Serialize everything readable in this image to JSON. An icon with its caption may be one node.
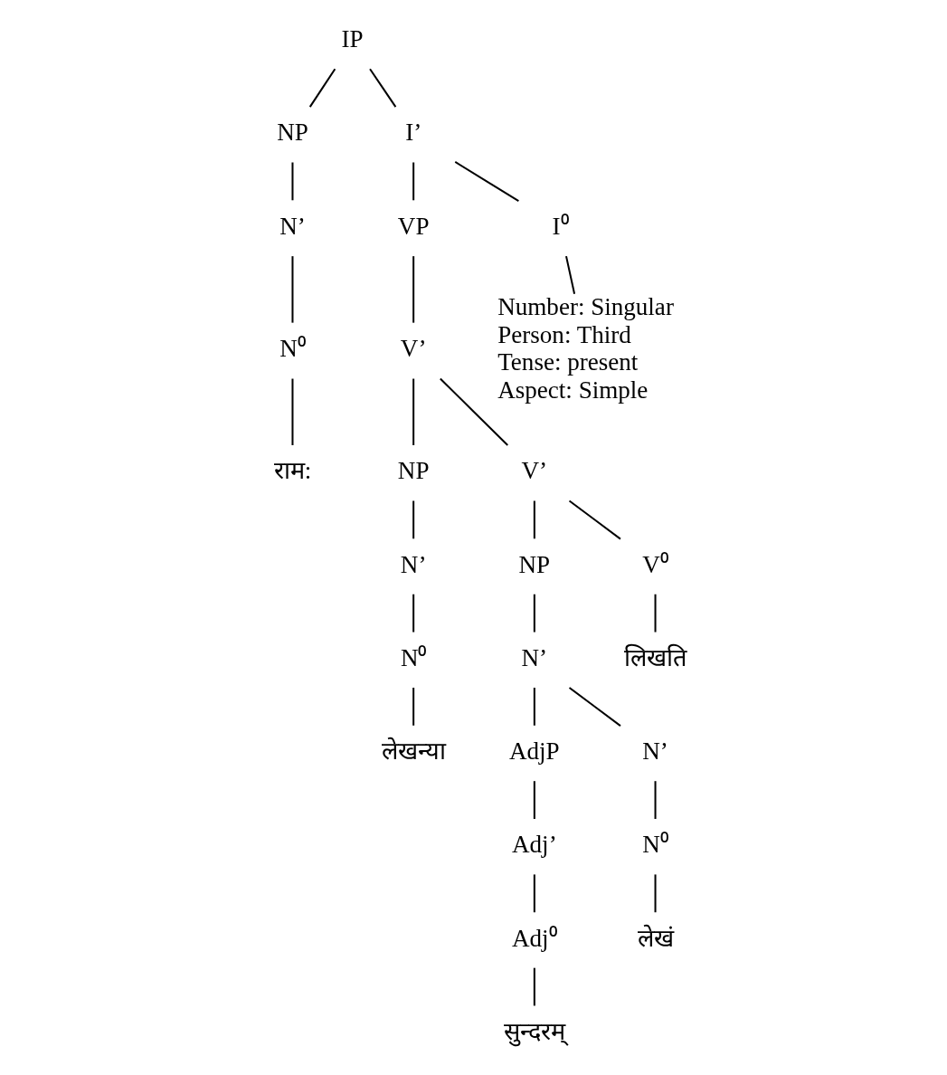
{
  "diagram": {
    "nodes": [
      {
        "text": [
          "IP"
        ]
      },
      {
        "text": [
          "NP"
        ]
      },
      {
        "text": [
          "N’"
        ]
      },
      {
        "text": [
          "N⁰"
        ]
      },
      {
        "text": [
          "राम:"
        ]
      },
      {
        "text": [
          "I’"
        ]
      },
      {
        "text": [
          "VP"
        ]
      },
      {
        "text": [
          "V’"
        ]
      },
      {
        "text": [
          "NP"
        ]
      },
      {
        "text": [
          "N’"
        ]
      },
      {
        "text": [
          "N⁰"
        ]
      },
      {
        "text": [
          "लेखन्या"
        ]
      },
      {
        "text": [
          "V’"
        ]
      },
      {
        "text": [
          "NP"
        ]
      },
      {
        "text": [
          "N’"
        ]
      },
      {
        "text": [
          "AdjP"
        ]
      },
      {
        "text": [
          "Adj’"
        ]
      },
      {
        "text": [
          "Adj⁰"
        ]
      },
      {
        "text": [
          "सुन्दरम्"
        ]
      },
      {
        "text": [
          "N’"
        ]
      },
      {
        "text": [
          "N⁰"
        ]
      },
      {
        "text": [
          "लेखं"
        ]
      },
      {
        "text": [
          "V⁰"
        ]
      },
      {
        "text": [
          "लिखति"
        ]
      },
      {
        "text": [
          "I⁰"
        ]
      },
      {
        "text": [
          "Number: Singular",
          "Person: Third",
          "Tense: present",
          "Aspect: Simple"
        ]
      }
    ],
    "edges": [
      {
        "from": 0,
        "to": 1,
        "arrow": "none"
      },
      {
        "from": 1,
        "to": 2,
        "arrow": "none"
      },
      {
        "from": 2,
        "to": 3,
        "arrow": "none"
      },
      {
        "from": 3,
        "to": 4,
        "arrow": "none"
      },
      {
        "from": 0,
        "to": 5,
        "arrow": "none"
      },
      {
        "from": 5,
        "to": 6,
        "arrow": "none"
      },
      {
        "from": 6,
        "to": 7,
        "arrow": "none"
      },
      {
        "from": 7,
        "to": 8,
        "arrow": "none"
      },
      {
        "from": 8,
        "to": 9,
        "arrow": "none"
      },
      {
        "from": 9,
        "to": 10,
        "arrow": "none"
      },
      {
        "from": 10,
        "to": 11,
        "arrow": "none"
      },
      {
        "from": 7,
        "to": 12,
        "arrow": "none"
      },
      {
        "from": 12,
        "to": 13,
        "arrow": "none"
      },
      {
        "from": 13,
        "to": 14,
        "arrow": "none"
      },
      {
        "from": 14,
        "to": 15,
        "arrow": "none"
      },
      {
        "from": 15,
        "to": 16,
        "arrow": "none"
      },
      {
        "from": 16,
        "to": 17,
        "arrow": "none"
      },
      {
        "from": 17,
        "to": 18,
        "arrow": "none"
      },
      {
        "from": 14,
        "to": 19,
        "arrow": "none"
      },
      {
        "from": 19,
        "to": 20,
        "arrow": "none"
      },
      {
        "from": 20,
        "to": 21,
        "arrow": "none"
      },
      {
        "from": 12,
        "to": 22,
        "arrow": "none"
      },
      {
        "from": 22,
        "to": 23,
        "arrow": "none"
      },
      {
        "from": 5,
        "to": 24,
        "arrow": "none"
      },
      {
        "from": 24,
        "to": 25,
        "arrow": "none"
      }
    ]
  }
}
